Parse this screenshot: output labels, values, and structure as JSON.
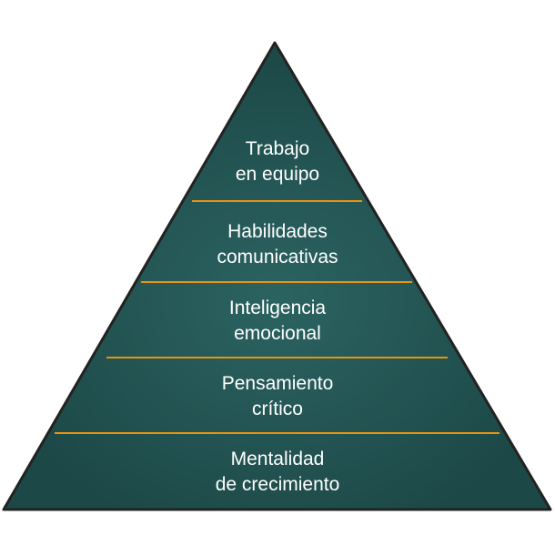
{
  "colors": {
    "fill_center": "#2b6361",
    "fill_edge": "#1c4847",
    "border": "#222222",
    "divider": "#e8940c"
  },
  "levels": [
    {
      "line1": "Trabajo",
      "line2": "en equipo"
    },
    {
      "line1": "Habilidades",
      "line2": "comunicativas"
    },
    {
      "line1": "Inteligencia",
      "line2": "emocional"
    },
    {
      "line1": "Pensamiento",
      "line2": "crítico"
    },
    {
      "line1": "Mentalidad",
      "line2": "de crecimiento"
    }
  ]
}
